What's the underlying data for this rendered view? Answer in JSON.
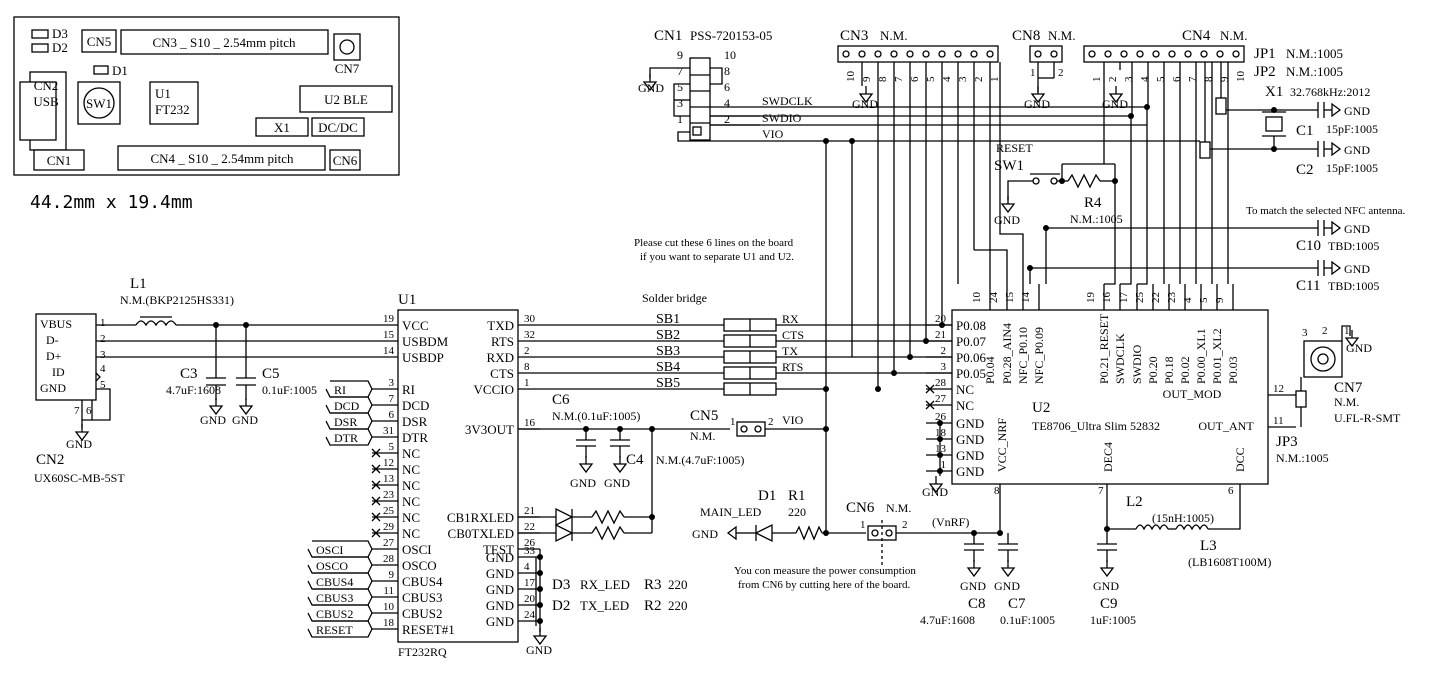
{
  "layout_preview": {
    "components": [
      "D3",
      "D2",
      "CN5",
      "CN3 _ S10 _ 2.54mm pitch",
      "CN7",
      "CN2",
      "USB",
      "D1",
      "SW1",
      "U1",
      "FT232",
      "U2 BLE",
      "X1",
      "DC/DC",
      "CN1",
      "CN4 _ S10 _ 2.54mm pitch",
      "CN6"
    ],
    "dimensions": "44.2mm x 19.4mm"
  },
  "cn1": {
    "ref": "CN1",
    "part": "PSS-720153-05",
    "pins": [
      "9",
      "10",
      "7",
      "8",
      "5",
      "6",
      "3",
      "4",
      "1",
      "2"
    ]
  },
  "cn3": {
    "ref": "CN3",
    "value": "N.M.",
    "pins": [
      "10",
      "9",
      "8",
      "7",
      "6",
      "5",
      "4",
      "3",
      "2",
      "1"
    ]
  },
  "cn8": {
    "ref": "CN8",
    "value": "N.M.",
    "pins": [
      "1",
      "2"
    ]
  },
  "cn4": {
    "ref": "CN4",
    "value": "N.M.",
    "pins": [
      "1",
      "2",
      "3",
      "4",
      "5",
      "6",
      "7",
      "8",
      "9",
      "10"
    ]
  },
  "jumpers": {
    "jp1": "JP1",
    "jp1_val": "N.M.:1005",
    "jp2": "JP2",
    "jp2_val": "N.M.:1005",
    "jp3": "JP3",
    "jp3_val": "N.M.:1005"
  },
  "crystal": {
    "ref": "X1",
    "value": "32.768kHz:2012"
  },
  "caps_right": {
    "c1": "C1",
    "c1_val": "15pF:1005",
    "c2": "C2",
    "c2_val": "15pF:1005",
    "c10": "C10",
    "c10_val": "TBD:1005",
    "c11": "C11",
    "c11_val": "TBD:1005"
  },
  "nfc_note": "To match the selected NFC antenna.",
  "sw1": {
    "ref": "SW1",
    "label": "RESET"
  },
  "r4": {
    "ref": "R4",
    "value": "N.M.:1005"
  },
  "nets": {
    "swdclk": "SWDCLK",
    "swdio": "SWDIO",
    "vio": "VIO",
    "gnd": "GND",
    "vnrf": "(VnRF)",
    "rx": "RX",
    "cts": "CTS",
    "tx": "TX",
    "rts": "RTS",
    "vbus": "VBUS"
  },
  "cut_note": [
    "Please cut these 6 lines on the board",
    "if you want to separate U1 and U2."
  ],
  "solder_bridge": "Solder bridge",
  "sb": [
    "SB1",
    "SB2",
    "SB3",
    "SB4",
    "SB5"
  ],
  "l1": {
    "ref": "L1",
    "value": "N.M.(BKP2125HS331)"
  },
  "cn2": {
    "ref": "CN2",
    "part": "UX60SC-MB-5ST",
    "pins": [
      "VBUS",
      "D-",
      "D+",
      "ID",
      "GND"
    ],
    "nums": [
      "1",
      "2",
      "3",
      "4",
      "5",
      "7",
      "6"
    ]
  },
  "c3": {
    "ref": "C3",
    "value": "4.7uF:1608"
  },
  "c5": {
    "ref": "C5",
    "value": "0.1uF:1005"
  },
  "u1": {
    "ref": "U1",
    "part": "FT232RQ",
    "left_pins": [
      {
        "n": "19",
        "name": "VCC"
      },
      {
        "n": "15",
        "name": "USBDM"
      },
      {
        "n": "14",
        "name": "USBDP"
      },
      {
        "n": "3",
        "name": "RI"
      },
      {
        "n": "7",
        "name": "DCD"
      },
      {
        "n": "6",
        "name": "DSR"
      },
      {
        "n": "31",
        "name": "DTR"
      },
      {
        "n": "5",
        "name": "NC"
      },
      {
        "n": "12",
        "name": "NC"
      },
      {
        "n": "13",
        "name": "NC"
      },
      {
        "n": "23",
        "name": "NC"
      },
      {
        "n": "25",
        "name": "NC"
      },
      {
        "n": "29",
        "name": "NC"
      },
      {
        "n": "27",
        "name": "OSCI"
      },
      {
        "n": "28",
        "name": "OSCO"
      },
      {
        "n": "9",
        "name": "CBUS4"
      },
      {
        "n": "11",
        "name": "CBUS3"
      },
      {
        "n": "10",
        "name": "CBUS2"
      },
      {
        "n": "18",
        "name": "RESET#1"
      }
    ],
    "right_pins": [
      {
        "n": "30",
        "name": "TXD"
      },
      {
        "n": "32",
        "name": "RTS"
      },
      {
        "n": "2",
        "name": "RXD"
      },
      {
        "n": "8",
        "name": "CTS"
      },
      {
        "n": "1",
        "name": "VCCIO"
      },
      {
        "n": "16",
        "name": "3V3OUT"
      },
      {
        "n": "21",
        "name": "CB1RXLED"
      },
      {
        "n": "22",
        "name": "CB0TXLED"
      },
      {
        "n": "26",
        "name": "TEST"
      },
      {
        "n": "33",
        "name": "GND"
      },
      {
        "n": "4",
        "name": "GND"
      },
      {
        "n": "17",
        "name": "GND"
      },
      {
        "n": "20",
        "name": "GND"
      },
      {
        "n": "24",
        "name": "GND"
      }
    ],
    "flags": [
      "RI",
      "DCD",
      "DSR",
      "DTR",
      "OSCI",
      "OSCO",
      "CBUS4",
      "CBUS3",
      "CBUS2",
      "RESET"
    ]
  },
  "c6": {
    "ref": "C6",
    "value": "N.M.(0.1uF:1005)"
  },
  "c4": {
    "ref": "C4",
    "value": "N.M.(4.7uF:1005)"
  },
  "cn5": {
    "ref": "CN5",
    "value": "N.M.",
    "pin1": "1",
    "pin2": "2"
  },
  "d3": {
    "ref": "D3",
    "name": "RX_LED",
    "r": "R3",
    "rv": "220"
  },
  "d2": {
    "ref": "D2",
    "name": "TX_LED",
    "r": "R2",
    "rv": "220"
  },
  "d1": {
    "ref": "D1",
    "name": "MAIN_LED"
  },
  "r1": {
    "ref": "R1",
    "value": "220"
  },
  "cn6": {
    "ref": "CN6",
    "value": "N.M.",
    "pin1": "1",
    "pin2": "2"
  },
  "cn6_note": [
    "You con measure the power consumption",
    "from CN6 by cutting here of the board."
  ],
  "c8": {
    "ref": "C8",
    "value": "4.7uF:1608"
  },
  "c7": {
    "ref": "C7",
    "value": "0.1uF:1005"
  },
  "c9": {
    "ref": "C9",
    "value": "1uF:1005"
  },
  "l2": {
    "ref": "L2",
    "value": "(15nH:1005)"
  },
  "l3": {
    "ref": "L3",
    "value": "(LB1608T100M)"
  },
  "cn7": {
    "ref": "CN7",
    "value": "N.M.",
    "part": "U.FL-R-SMT",
    "pins": [
      "3",
      "2",
      "1"
    ]
  },
  "u2": {
    "ref": "U2",
    "part": "TE8706_Ultra Slim 52832",
    "left_pins": [
      {
        "n": "20",
        "name": "P0.08"
      },
      {
        "n": "21",
        "name": "P0.07"
      },
      {
        "n": "2",
        "name": "P0.06"
      },
      {
        "n": "3",
        "name": "P0.05"
      },
      {
        "n": "28",
        "name": "NC"
      },
      {
        "n": "27",
        "name": "NC"
      },
      {
        "n": "26",
        "name": "GND"
      },
      {
        "n": "18",
        "name": "GND"
      },
      {
        "n": "13",
        "name": "GND"
      },
      {
        "n": "1",
        "name": "GND"
      }
    ],
    "top_pins": [
      {
        "n": "10",
        "name": "P0.04"
      },
      {
        "n": "24",
        "name": "P0.28_AIN4"
      },
      {
        "n": "15",
        "name": "NFC_P0.10"
      },
      {
        "n": "14",
        "name": "NFC_P0.09"
      },
      {
        "n": "19",
        "name": "P0.21_RESET"
      },
      {
        "n": "16",
        "name": "SWDCLK"
      },
      {
        "n": "17",
        "name": "SWDIO"
      },
      {
        "n": "25",
        "name": "P0.20"
      },
      {
        "n": "22",
        "name": "P0.18"
      },
      {
        "n": "23",
        "name": "P0.02"
      },
      {
        "n": "4",
        "name": "P0.00_XL1"
      },
      {
        "n": "5",
        "name": "P0.01_XL2"
      },
      {
        "n": "9",
        "name": "P0.03"
      }
    ],
    "right_pins": [
      {
        "n": "12",
        "name": "OUT_MOD"
      },
      {
        "n": "11",
        "name": "OUT_ANT"
      }
    ],
    "bottom_pins": [
      {
        "n": "8",
        "name": "VCC_NRF"
      },
      {
        "n": "7",
        "name": "DEC4"
      },
      {
        "n": "6",
        "name": "DCC"
      }
    ]
  }
}
